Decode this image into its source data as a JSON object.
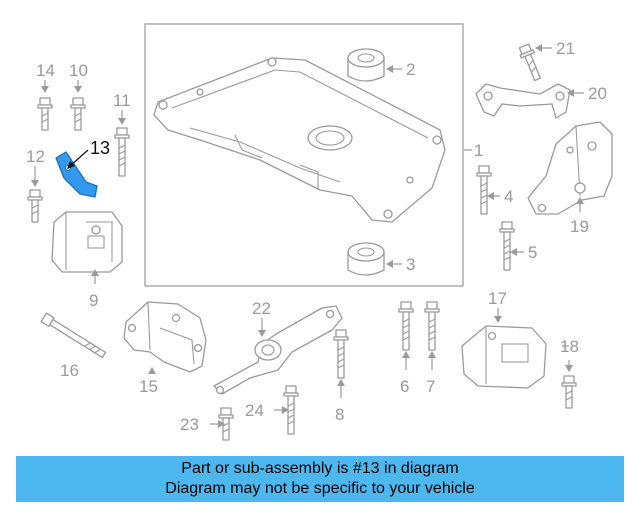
{
  "callouts": {
    "c1": "1",
    "c2": "2",
    "c3": "3",
    "c4": "4",
    "c5": "5",
    "c6": "6",
    "c7": "7",
    "c8": "8",
    "c9": "9",
    "c10": "10",
    "c11": "11",
    "c12": "12",
    "c13": "13",
    "c14": "14",
    "c15": "15",
    "c16": "16",
    "c17": "17",
    "c18": "18",
    "c19": "19",
    "c20": "20",
    "c21": "21",
    "c22": "22",
    "c23": "23",
    "c24": "24"
  },
  "highlight_color": "#3399ee",
  "banner": {
    "line1": "Part or sub-assembly is #13 in diagram",
    "line2": "Diagram may not be specific to your vehicle",
    "background": "#4db8f0"
  }
}
